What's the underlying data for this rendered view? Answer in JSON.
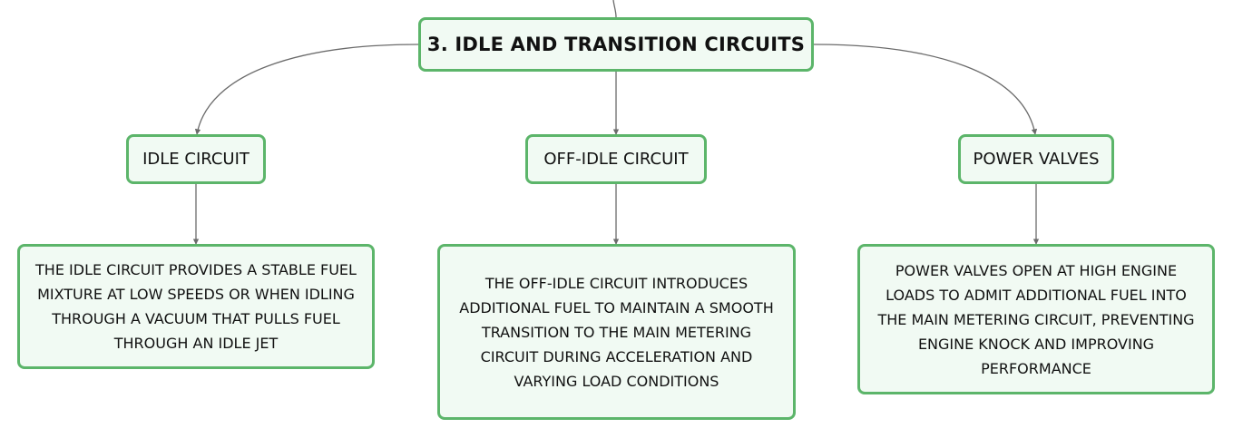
{
  "root": {
    "title": "3. IDLE AND TRANSITION CIRCUITS"
  },
  "branches": [
    {
      "label": "IDLE CIRCUIT",
      "description": "THE IDLE CIRCUIT PROVIDES A STABLE FUEL MIXTURE AT LOW SPEEDS OR WHEN IDLING THROUGH A VACUUM THAT PULLS FUEL THROUGH AN IDLE JET"
    },
    {
      "label": "OFF-IDLE CIRCUIT",
      "description": "THE OFF-IDLE CIRCUIT INTRODUCES ADDITIONAL FUEL TO MAINTAIN A SMOOTH TRANSITION TO THE MAIN METERING CIRCUIT DURING ACCELERATION AND VARYING LOAD CONDITIONS"
    },
    {
      "label": "POWER VALVES",
      "description": "POWER VALVES OPEN AT HIGH ENGINE LOADS TO ADMIT ADDITIONAL FUEL INTO THE MAIN METERING CIRCUIT, PREVENTING ENGINE KNOCK AND IMPROVING PERFORMANCE"
    }
  ],
  "colors": {
    "node_border": "#5cb56a",
    "node_fill": "#f1faf3",
    "connector": "#6b6b6b",
    "text": "#111111"
  }
}
